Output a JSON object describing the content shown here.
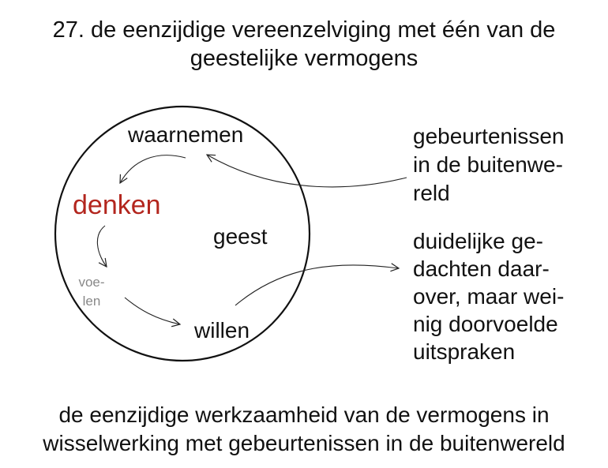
{
  "title": {
    "line1": "27. de eenzijdige vereenzelviging met één van de",
    "line2": "geestelijke vermogens"
  },
  "circle": {
    "center_label": "geest",
    "faculties": {
      "perceiving": "waarnemen",
      "thinking": "denken",
      "feeling_line1": "voe-",
      "feeling_line2": "len",
      "willing": "willen"
    }
  },
  "notes": {
    "events": [
      "gebeurtenissen",
      "in de buitenwe-",
      "reld"
    ],
    "thoughts": [
      "duidelijke ge-",
      "dachten daar-",
      "over, maar wei-",
      "nig doorvoelde",
      "uitspraken"
    ]
  },
  "footer": {
    "line1": "de eenzijdige werkzaamheid van de vermogens in",
    "line2": "wisselwerking met gebeurtenissen in de buitenwereld"
  },
  "colors": {
    "text": "#111111",
    "accent": "#b3261e",
    "muted": "#888888",
    "line": "#222222"
  }
}
